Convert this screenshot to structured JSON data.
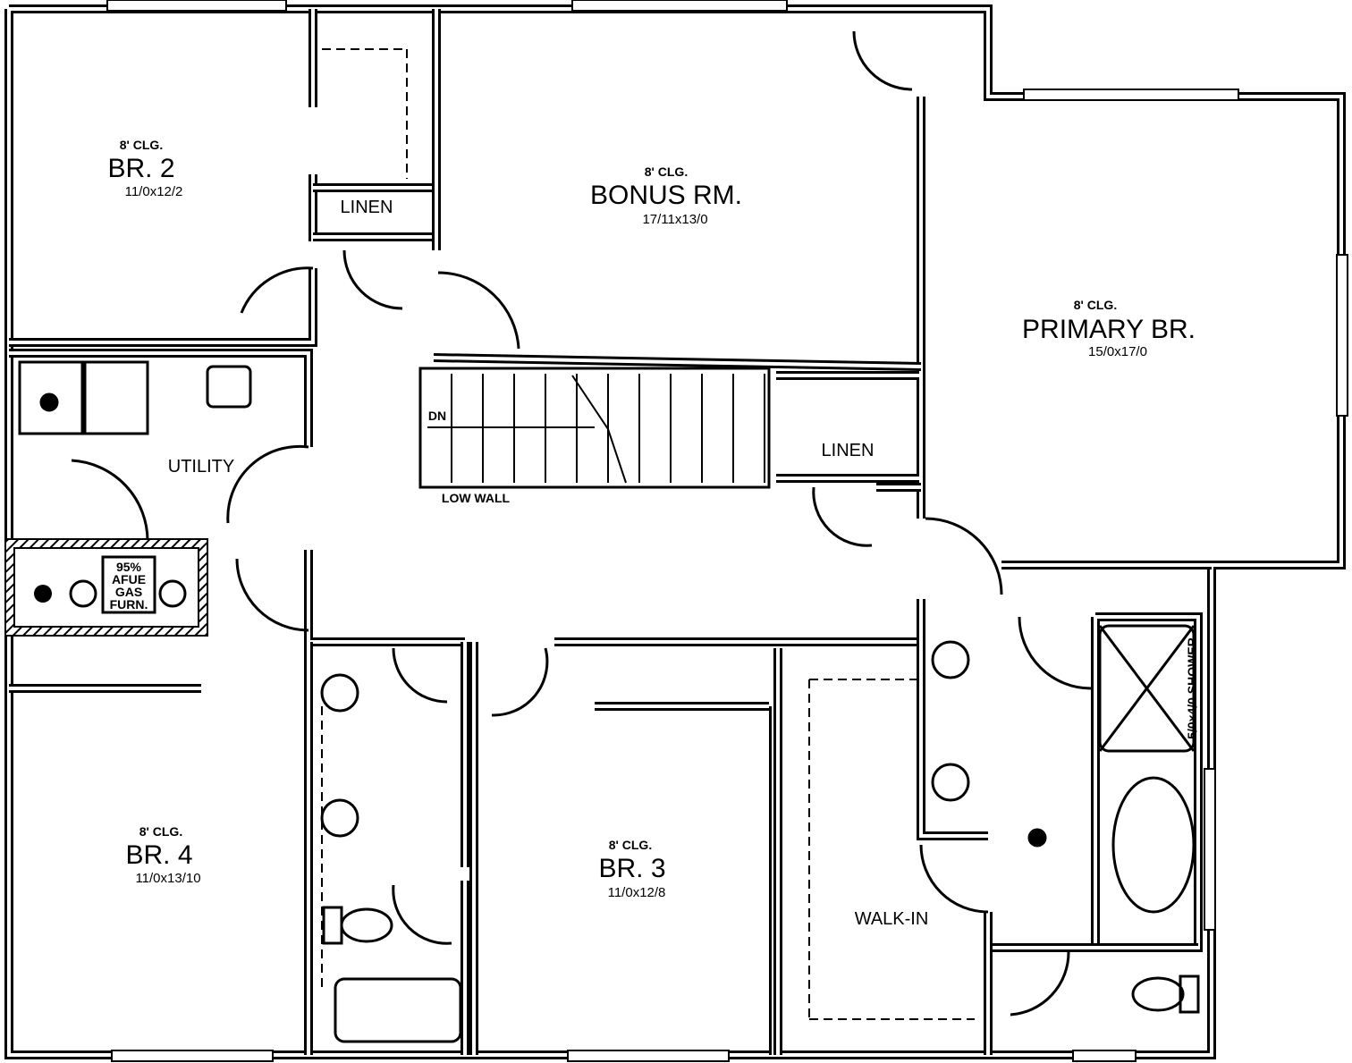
{
  "rooms": {
    "br2": {
      "ceiling": "8' CLG.",
      "name": "BR. 2",
      "size": "11/0x12/2"
    },
    "bonus": {
      "ceiling": "8' CLG.",
      "name": "BONUS RM.",
      "size": "17/11x13/0"
    },
    "primary": {
      "ceiling": "8' CLG.",
      "name": "PRIMARY BR.",
      "size": "15/0x17/0"
    },
    "br4": {
      "ceiling": "8' CLG.",
      "name": "BR. 4",
      "size": "11/0x13/10"
    },
    "br3": {
      "ceiling": "8' CLG.",
      "name": "BR. 3",
      "size": "11/0x12/8"
    },
    "linen1": "LINEN",
    "linen2": "LINEN",
    "utility": "UTILITY",
    "walkin": "WALK-IN"
  },
  "stair": {
    "direction": "DN",
    "note": "LOW WALL"
  },
  "furnace": {
    "line1": "95%",
    "line2": "AFUE",
    "line3": "GAS",
    "line4": "FURN."
  },
  "shower": "5/0x4/0 SHOWER"
}
